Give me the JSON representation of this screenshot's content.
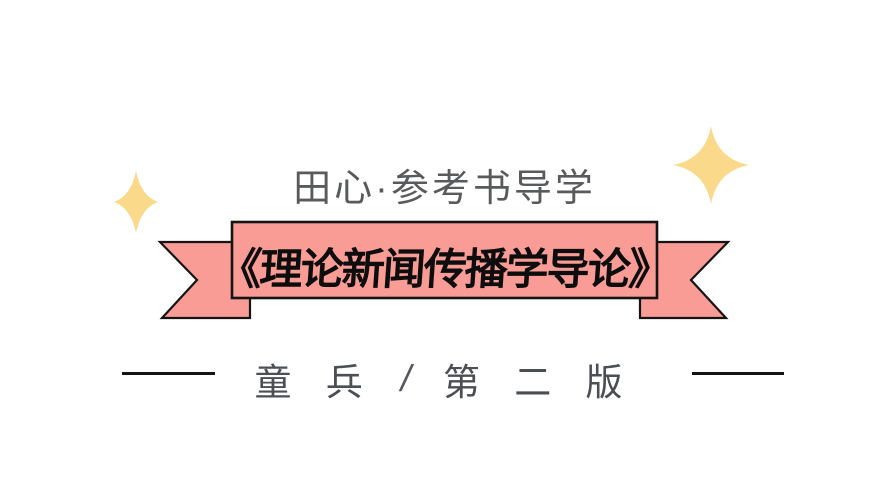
{
  "page": {
    "background_color": "#ffffff"
  },
  "header": {
    "label": "田心·参考书导学",
    "text_color": "#595a5c"
  },
  "banner": {
    "title": "《理论新闻传播学导论》",
    "fill_color": "#f89c95",
    "border_color": "#141414",
    "text_color": "#0d0d0d"
  },
  "footer": {
    "author": "童 兵",
    "separator": "/",
    "edition": "第 二 版",
    "text_color": "#4b4e53",
    "rule_color": "#141414"
  },
  "decor": {
    "sparkle_color": "#fad98b",
    "left_icon": "sparkle-icon",
    "right_icon": "sparkle-icon"
  }
}
